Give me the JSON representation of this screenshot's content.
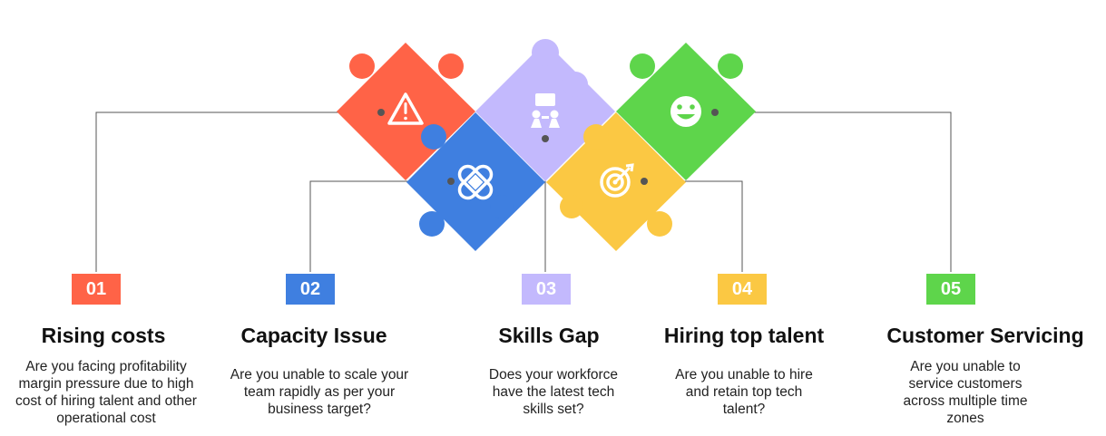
{
  "colors": {
    "red": "#FF6347",
    "blue": "#3F7FE0",
    "lavender": "#C3B9FD",
    "yellow": "#FBC843",
    "green": "#5ED54B",
    "connector": "#555555"
  },
  "puzzle": {
    "pieces": [
      {
        "key": "red",
        "icon": "warning-icon"
      },
      {
        "key": "blue",
        "icon": "bandage-icon"
      },
      {
        "key": "lavender",
        "icon": "meeting-icon"
      },
      {
        "key": "yellow",
        "icon": "target-icon"
      },
      {
        "key": "green",
        "icon": "smiley-icon"
      }
    ]
  },
  "steps": [
    {
      "number": "01",
      "title": "Rising costs",
      "description": "Are you facing profitability margin pressure due to high cost of hiring talent and other operational cost",
      "color": "#FF6347"
    },
    {
      "number": "02",
      "title": "Capacity Issue",
      "description": "Are you unable to scale your team rapidly as per your business target?",
      "color": "#3F7FE0"
    },
    {
      "number": "03",
      "title": "Skills Gap",
      "description": "Does your workforce have the latest tech skills set?",
      "color": "#C3B9FD"
    },
    {
      "number": "04",
      "title": "Hiring top talent",
      "description": "Are you unable to hire and retain top tech talent?",
      "color": "#FBC843"
    },
    {
      "number": "05",
      "title": "Customer Servicing",
      "description": "Are you unable to service customers across multiple time zones",
      "color": "#5ED54B"
    }
  ]
}
